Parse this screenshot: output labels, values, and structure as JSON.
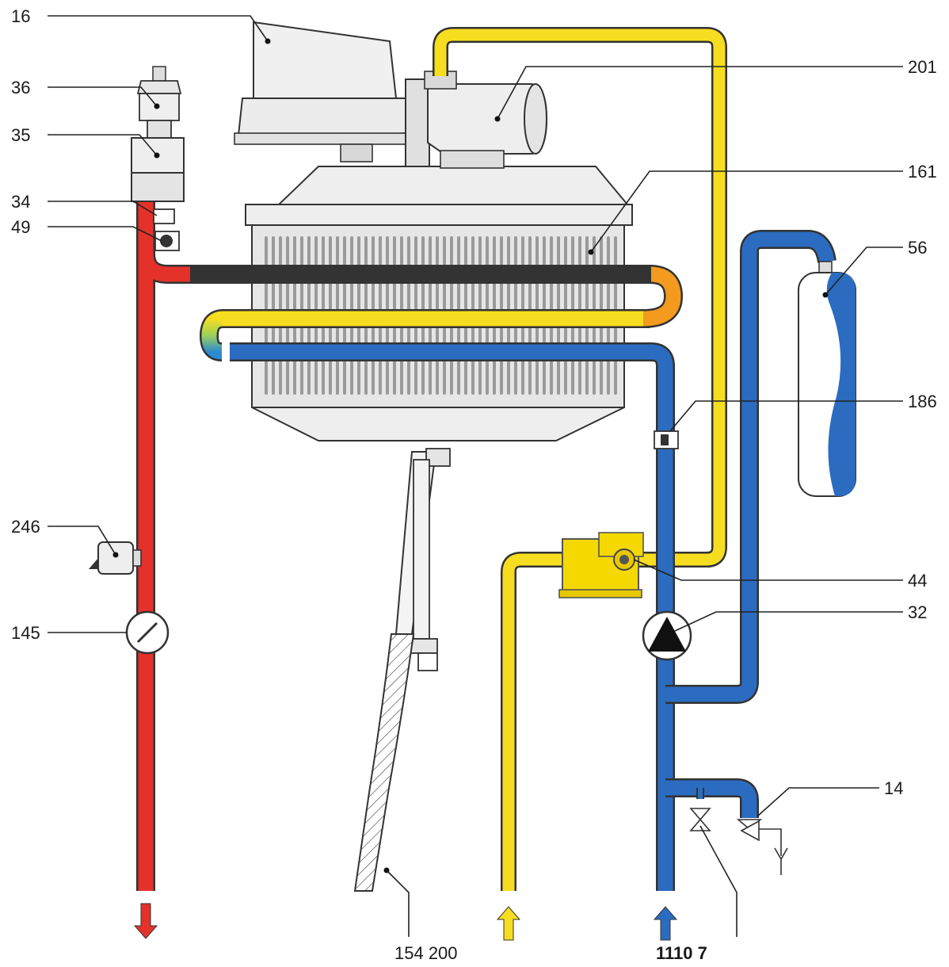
{
  "labels": {
    "l16": "16",
    "l36": "36",
    "l35": "35",
    "l34": "34",
    "l49": "49",
    "l246": "246",
    "l145": "145",
    "l201": "201",
    "l161": "161",
    "l56": "56",
    "l186": "186",
    "l44": "44",
    "l32": "32",
    "l14": "14",
    "bottom_left": "154 200",
    "bottom_right": "1110 7"
  },
  "colors": {
    "hot": "#e4322b",
    "gas": "#f7dd1f",
    "cold": "#2b6cc0",
    "body_fill": "#e9e9e9",
    "outline": "#333333"
  }
}
